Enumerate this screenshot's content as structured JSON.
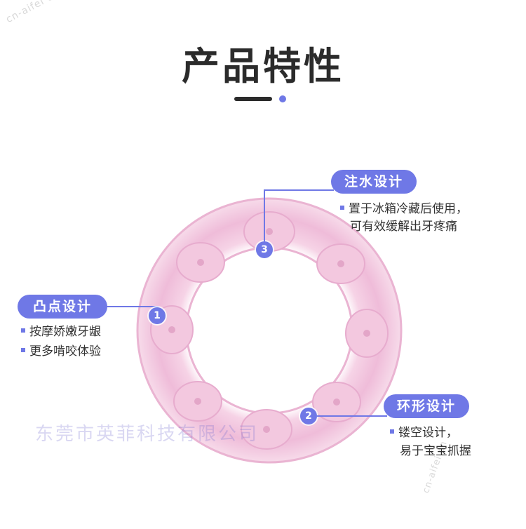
{
  "header": {
    "title": "产品特性"
  },
  "watermarks": {
    "site": "cn-aifei cn",
    "company": "东莞市英菲科技有限公司"
  },
  "features": [
    {
      "tag": "凸点设计",
      "number": "1",
      "lines": [
        "按摩娇嫩牙龈",
        "更多啃咬体验"
      ]
    },
    {
      "tag": "环形设计",
      "number": "2",
      "lines": [
        "镂空设计，",
        "易于宝宝抓握"
      ]
    },
    {
      "tag": "注水设计",
      "number": "3",
      "lines": [
        "置于冰箱冷藏后使用，",
        "可有效缓解出牙疼痛"
      ]
    }
  ],
  "colors": {
    "accent": "#6f78e6",
    "title": "#2b2b2b",
    "ring": "#f1c6de"
  }
}
